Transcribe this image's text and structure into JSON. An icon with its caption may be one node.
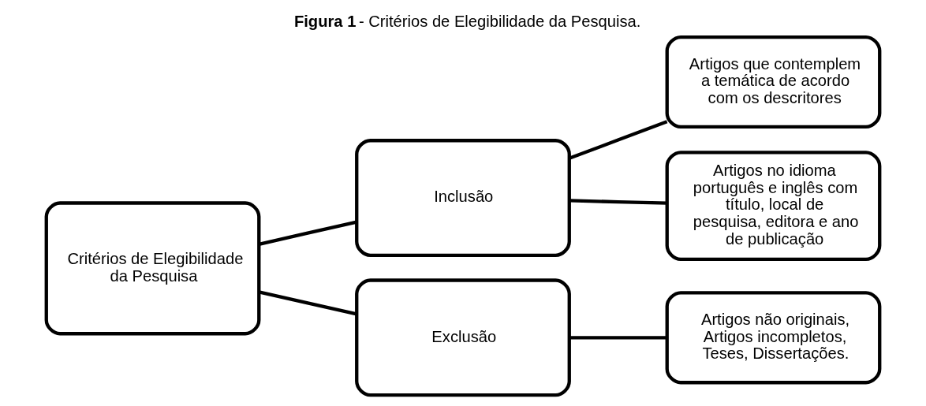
{
  "diagram": {
    "title": "**Figura 1** - Critérios de Elegibilidade da Pesquisa.",
    "nodes": [
      {
        "text": [
          "Critérios de Elegibilidade da Pesquisa"
        ]
      },
      {
        "text": [
          "Inclusão"
        ]
      },
      {
        "text": [
          "Exclusão"
        ]
      },
      {
        "text": [
          "Artigos que contemplem a temática de acordo com os descritores"
        ]
      },
      {
        "text": [
          "Artigos no idioma português e inglês com título, local de pesquisa, editora e ano de publicação"
        ]
      },
      {
        "text": [
          "Artigos não originais, Artigos incompletos, Teses, Dissertações."
        ]
      }
    ],
    "edges": [
      {
        "from": 0,
        "to": 1,
        "arrow": "none"
      },
      {
        "from": 0,
        "to": 2,
        "arrow": "none"
      },
      {
        "from": 1,
        "to": 3,
        "arrow": "none"
      },
      {
        "from": 1,
        "to": 4,
        "arrow": "none"
      },
      {
        "from": 2,
        "to": 5,
        "arrow": "none"
      }
    ]
  }
}
